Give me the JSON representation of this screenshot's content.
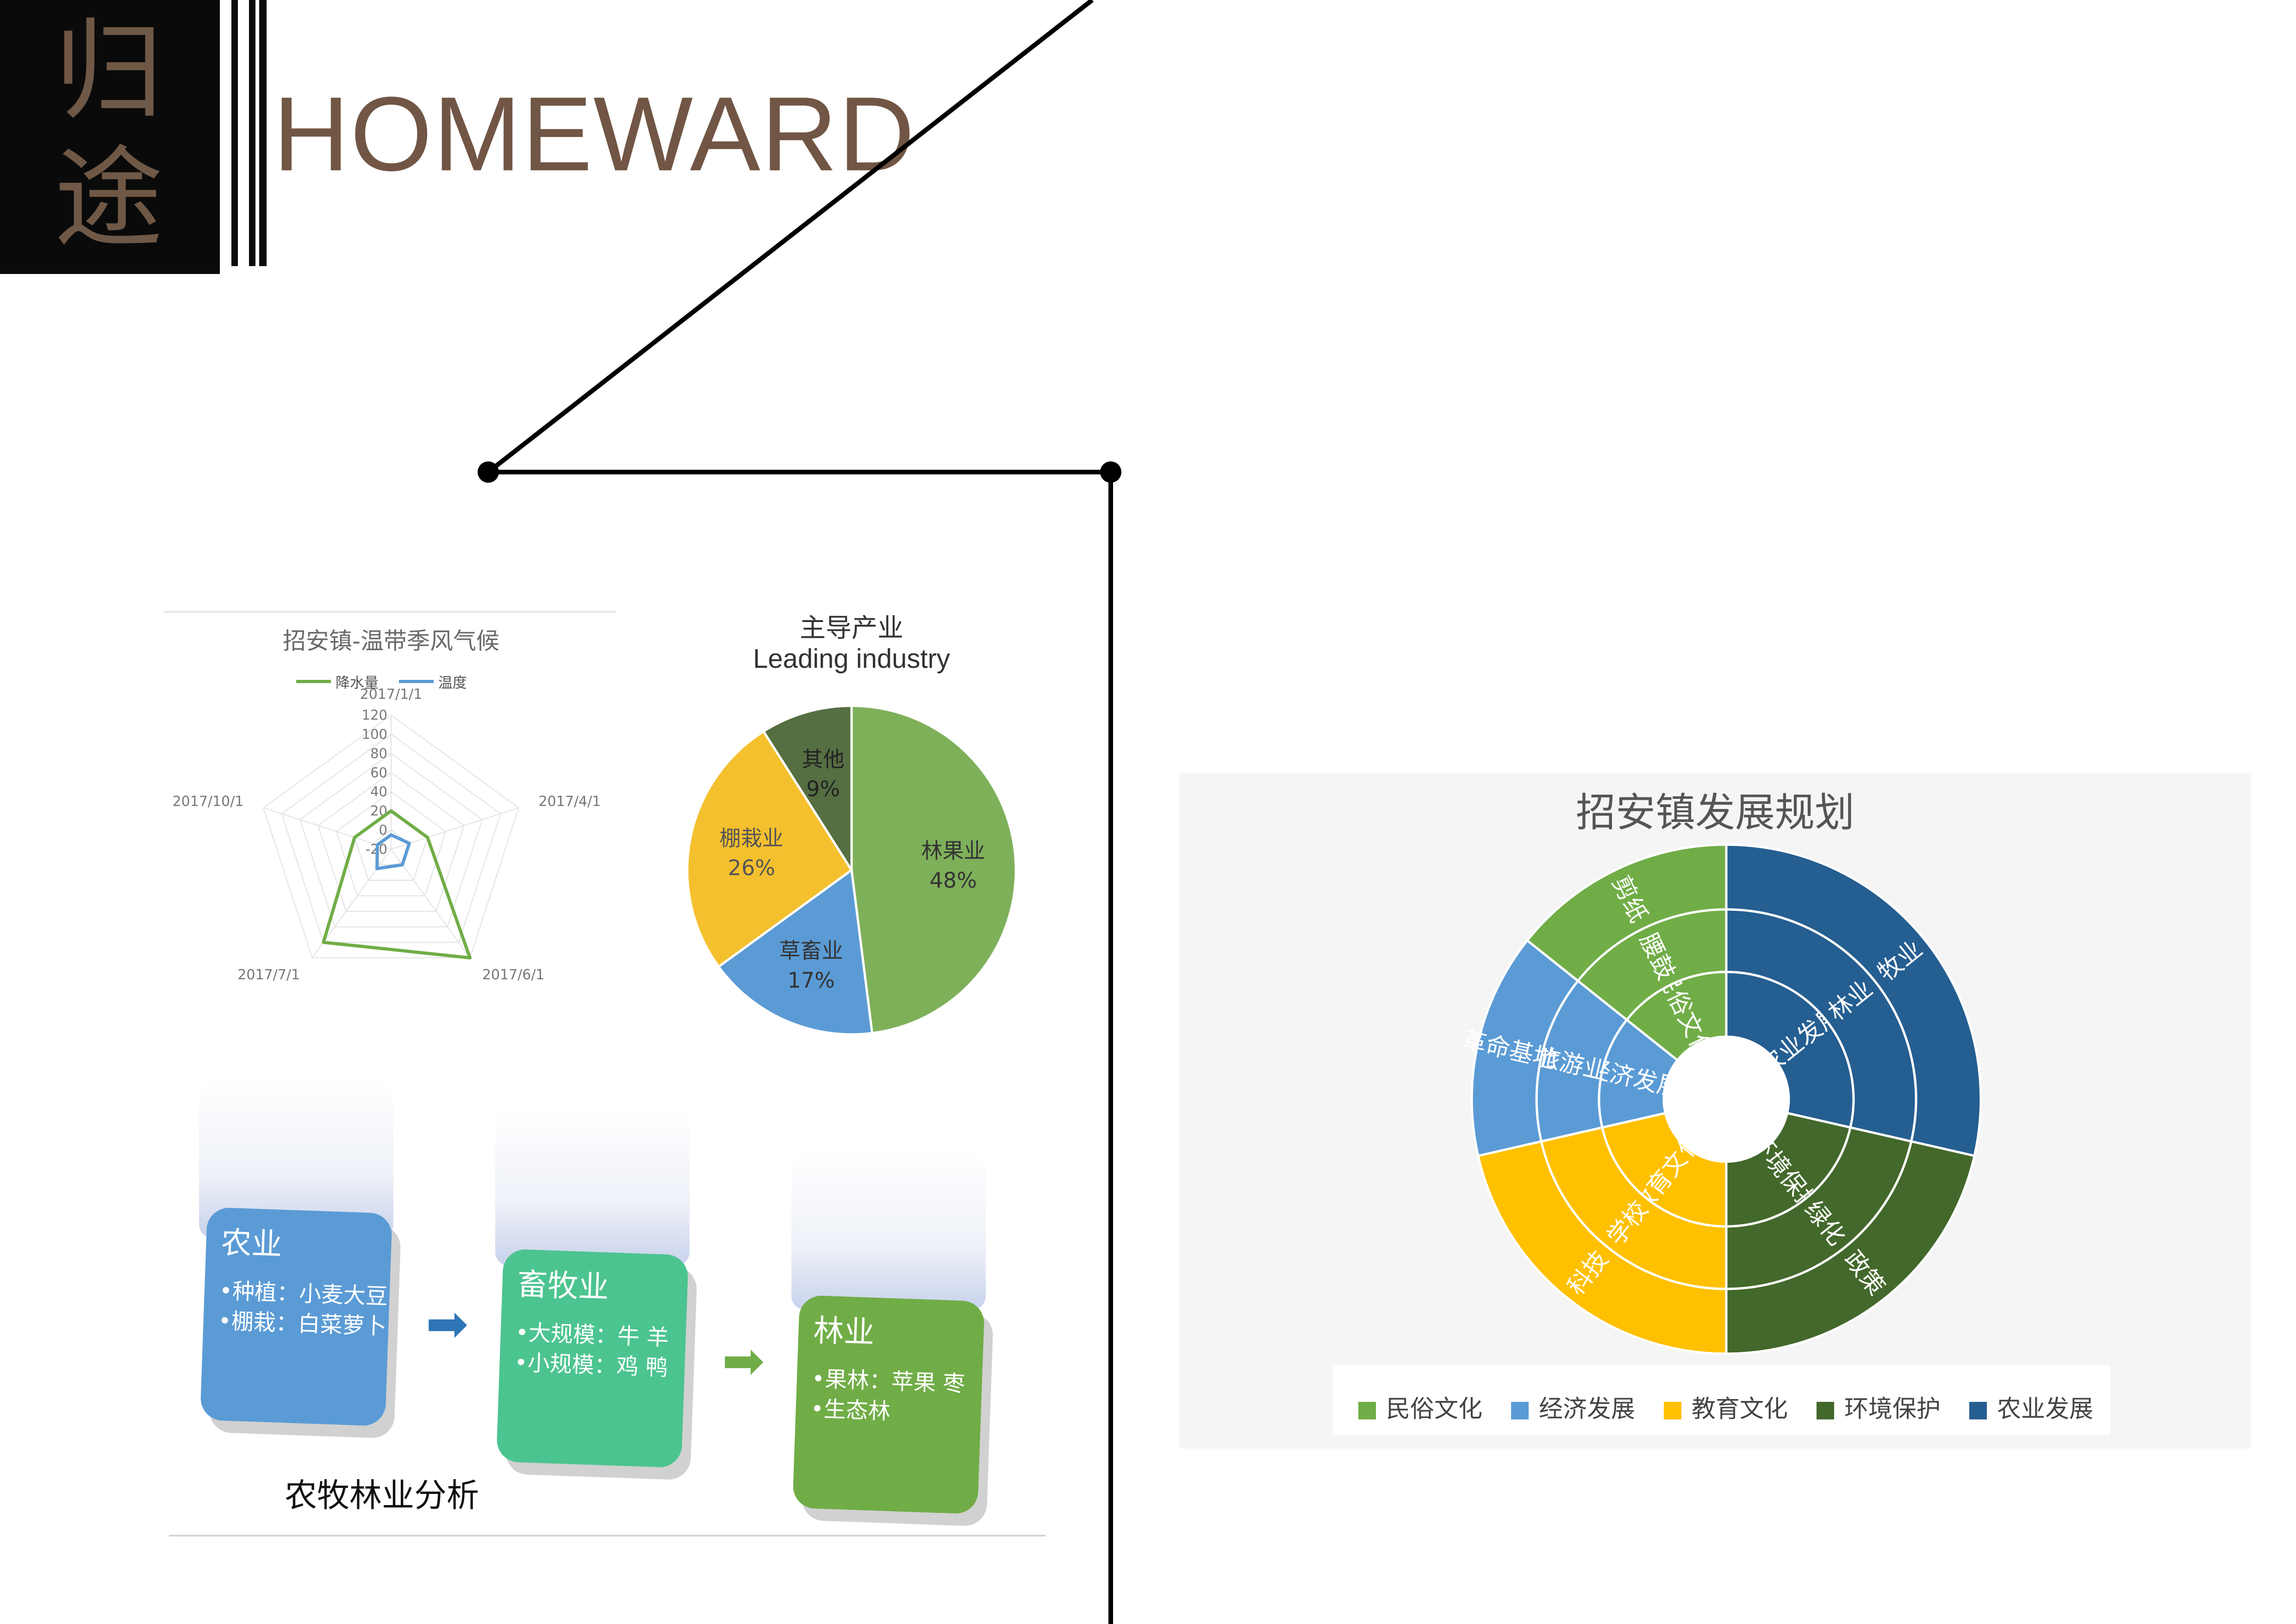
{
  "brand": {
    "chars": [
      "归",
      "途"
    ],
    "title": "HOMEWARD"
  },
  "radar": {
    "chart_data": {
      "type": "radar",
      "title": "招安镇-温带季风气候",
      "categories": [
        "2017/1/1",
        "2017/4/1",
        "2017/6/1",
        "2017/7/1",
        "2017/10/1"
      ],
      "range": [
        -20,
        120
      ],
      "ticks": [
        120,
        100,
        80,
        60,
        40,
        20,
        0,
        -20
      ],
      "series": [
        {
          "name": "降水量",
          "color": "#70ad47",
          "values": [
            20,
            20,
            120,
            100,
            20
          ]
        },
        {
          "name": "温度",
          "color": "#5b9bd5",
          "values": [
            -5,
            0,
            0,
            5,
            -5
          ]
        }
      ]
    }
  },
  "pie": {
    "title": "主导产业",
    "subtitle": "Leading industry",
    "chart_data": {
      "type": "pie",
      "title": "主导产业 Leading industry",
      "slices": [
        {
          "label": "林果业",
          "value": 48,
          "display": "48%",
          "color": "#7eb05a",
          "text": "#333333"
        },
        {
          "label": "草畜业",
          "value": 17,
          "display": "17%",
          "color": "#5b9bd5",
          "text": "#333333"
        },
        {
          "label": "棚栽业",
          "value": 26,
          "display": "26%",
          "color": "#f4c02e",
          "text": "#555555"
        },
        {
          "label": "其他",
          "value": 9,
          "display": "9%",
          "color": "#556e42",
          "text": "#222222"
        }
      ]
    }
  },
  "flow": {
    "caption": "农牧林业分析",
    "tiles": [
      {
        "title": "农业",
        "items": [
          "•种植：小麦大豆",
          "•棚栽：白菜萝卜"
        ],
        "color": "#5b9bd5"
      },
      {
        "title": "畜牧业",
        "items": [
          "•大规模：牛 羊",
          "•小规模：鸡 鸭"
        ],
        "color": "#4cc48f"
      },
      {
        "title": "林业",
        "items": [
          "•果林：苹果 枣",
          "•生态林"
        ],
        "color": "#70ad47"
      }
    ],
    "arrow_colors": [
      "#2e75b6",
      "#70ad47"
    ]
  },
  "sunburst": {
    "chart_data": {
      "type": "sunburst",
      "title": "招安镇发展规划",
      "categories": [
        {
          "name": "民俗文化",
          "value": 1,
          "color": "#70ad47",
          "inner": "民俗文化",
          "middle": "腰鼓",
          "outer": "剪纸"
        },
        {
          "name": "经济发展",
          "value": 1,
          "color": "#5b9bd5",
          "inner": "经济发展",
          "middle": "旅游业",
          "outer": "革命基地"
        },
        {
          "name": "教育文化",
          "value": 1.5,
          "color": "#ffc000",
          "inner": "教育文化",
          "middle": "学校",
          "outer": "科技"
        },
        {
          "name": "环境保护",
          "value": 1.5,
          "color": "#43682b",
          "inner": "环境保护",
          "middle": "绿化",
          "outer": "政策"
        },
        {
          "name": "农业发展",
          "value": 2,
          "color": "#255e91",
          "inner": "农业发展",
          "middle": "林业",
          "outer": "牧业"
        }
      ]
    }
  }
}
